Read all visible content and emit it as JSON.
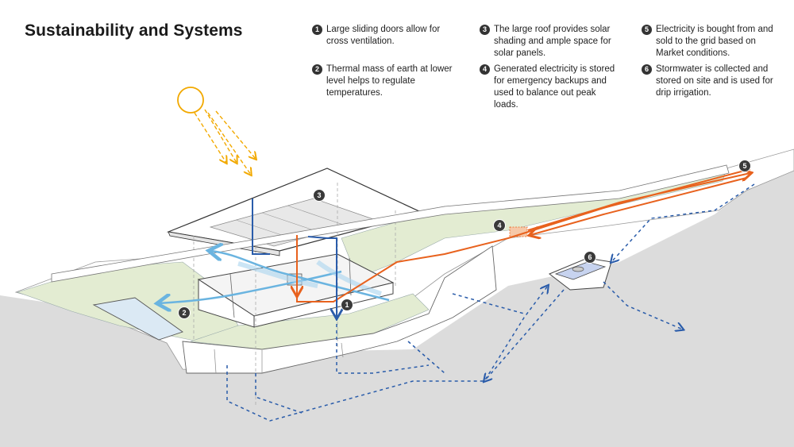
{
  "title": "Sustainability and Systems",
  "notes": [
    {
      "num": "1",
      "text": "Large sliding doors allow for cross ventilation."
    },
    {
      "num": "2",
      "text": "Thermal mass of earth at lower level helps to regulate temperatures."
    },
    {
      "num": "3",
      "text": "The large roof provides solar shading and ample space for solar panels."
    },
    {
      "num": "4",
      "text": "Generated electricity is stored for emergency backups and used to balance out peak loads."
    },
    {
      "num": "5",
      "text": "Electricity is bought from and sold to the grid based on Market conditions."
    },
    {
      "num": "6",
      "text": "Stormwater is collected and stored on site and is used for drip irrigation."
    }
  ],
  "markers": [
    "1",
    "2",
    "3",
    "4",
    "5",
    "6"
  ],
  "colors": {
    "sun": "#f2a900",
    "electricity": "#e8621e",
    "air": "#6ab4e0",
    "stormwater": "#2a5caa",
    "grass": "#e3ecd2",
    "ground": "#dcdcdc"
  }
}
